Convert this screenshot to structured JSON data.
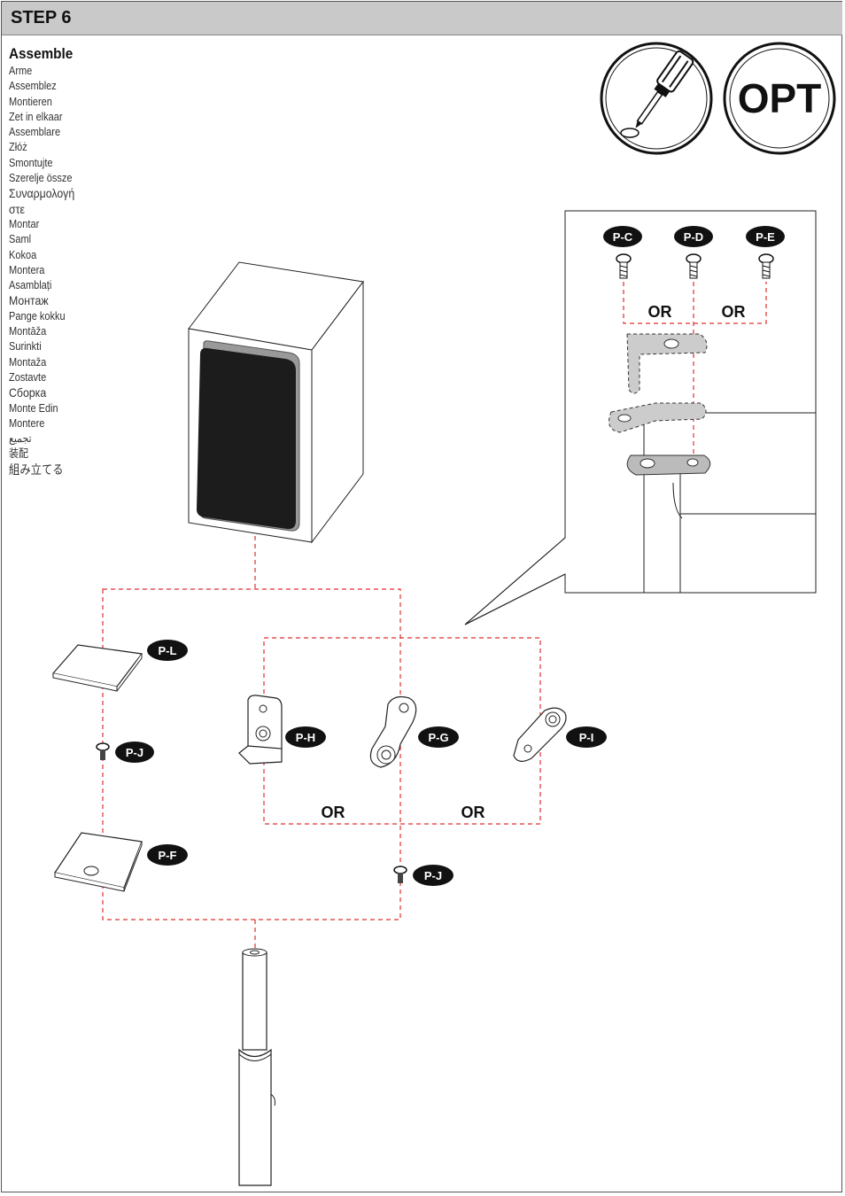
{
  "header": {
    "title": "STEP 6"
  },
  "languages": {
    "main": "Assemble",
    "items": [
      "Arme",
      "Assemblez",
      "Montieren",
      "Zet in elkaar",
      "Assemblare",
      "Złóż",
      "Smontujte",
      "Szerelje össze",
      "Συναρμολογή",
      "στε",
      "Montar",
      "Saml",
      "Kokoa",
      "Montera",
      "Asamblați",
      "Монтаж",
      "Pange kokku",
      "Montāža",
      "Surinkti",
      "Montaža",
      "Zostavte",
      "Сборка",
      "Monte Edin",
      "Montere",
      "تجميع",
      "装配",
      "組み立てる"
    ]
  },
  "icons": {
    "tool": "screwdriver-icon",
    "optional": "OPT"
  },
  "detail": {
    "screws": [
      "P-C",
      "P-D",
      "P-E"
    ],
    "or_labels": [
      "OR",
      "OR"
    ]
  },
  "parts": {
    "top_plate": "P-L",
    "screw_left": "P-J",
    "bottom_plate": "P-F",
    "bracket_h": "P-H",
    "bracket_g": "P-G",
    "bracket_i": "P-I",
    "screw_right": "P-J",
    "or_labels": [
      "OR",
      "OR"
    ]
  }
}
